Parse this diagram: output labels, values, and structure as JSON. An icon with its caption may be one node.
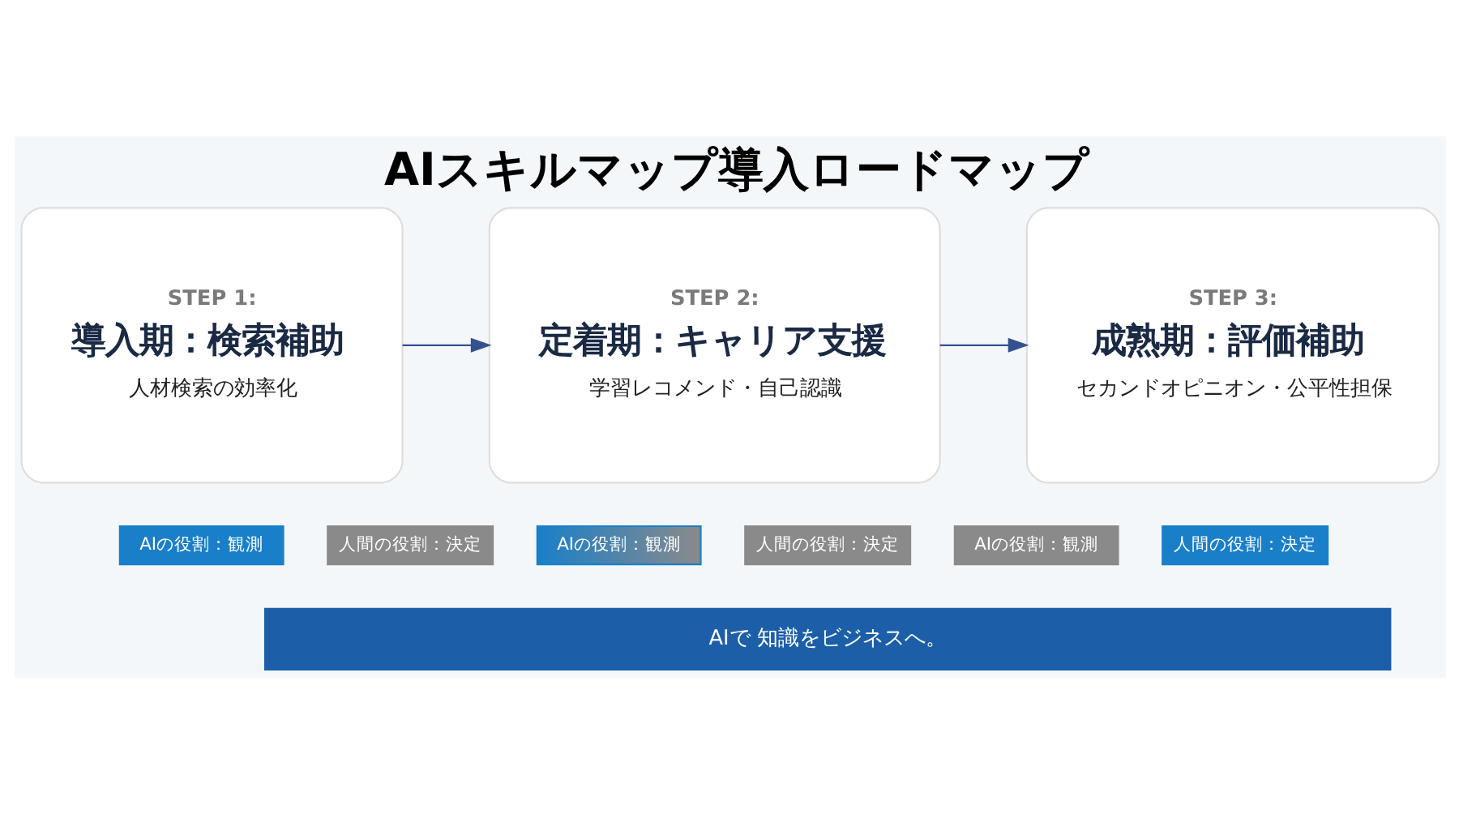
{
  "diagram": {
    "title": "AIスキルマップ導入ロードマップ",
    "nodes": [
      {
        "text": [
          "STEP 1:",
          "導入期：検索補助",
          "人材検索の効率化"
        ]
      },
      {
        "text": [
          "STEP 2:",
          "定着期：キャリア支援",
          "学習レコメンド・自己認識"
        ]
      },
      {
        "text": [
          "STEP 3:",
          "成熟期：評価補助",
          "セカンドオピニオン・公平性担保"
        ]
      },
      {
        "text": [
          "AIの役割：観測"
        ]
      },
      {
        "text": [
          "人間の役割：決定"
        ]
      },
      {
        "text": [
          "AIの役割：観測"
        ]
      },
      {
        "text": [
          "人間の役割：決定"
        ]
      },
      {
        "text": [
          "AIの役割：観測"
        ]
      },
      {
        "text": [
          "人間の役割：決定"
        ]
      }
    ],
    "edges": [
      {
        "from": 0,
        "to": 1,
        "arrow": "to"
      },
      {
        "from": 1,
        "to": 2,
        "arrow": "to"
      }
    ],
    "labels": [
      "AIで 知識をビジネスへ。"
    ]
  }
}
